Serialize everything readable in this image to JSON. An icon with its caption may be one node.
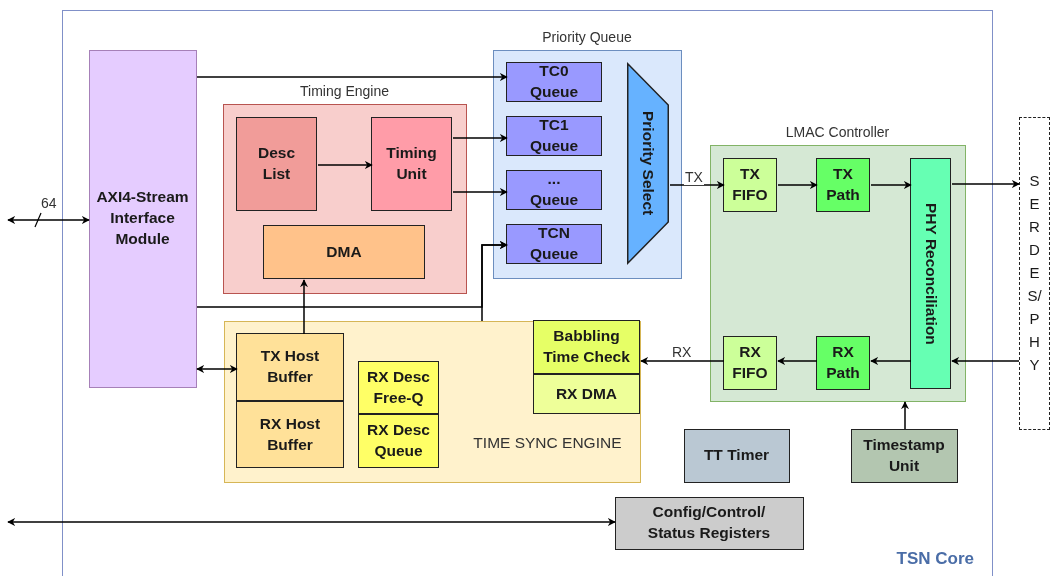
{
  "diagram": {
    "nodes": [
      {
        "text": [
          "TSN Core"
        ]
      },
      {
        "text": [
          "AXI4-Stream Interface Module"
        ],
        "in": 0
      },
      {
        "text": [
          "Timing Engine"
        ],
        "in": 0
      },
      {
        "text": [
          "Desc List"
        ],
        "in": 2
      },
      {
        "text": [
          "Timing Unit"
        ],
        "in": 2
      },
      {
        "text": [
          "DMA"
        ],
        "in": 2
      },
      {
        "text": [
          "Priority Queue"
        ],
        "in": 0
      },
      {
        "text": [
          "TC0 Queue"
        ],
        "in": 6
      },
      {
        "text": [
          "TC1 Queue"
        ],
        "in": 6
      },
      {
        "text": [
          "... Queue"
        ],
        "in": 6
      },
      {
        "text": [
          "TCN Queue"
        ],
        "in": 6
      },
      {
        "text": [
          "Priority Select"
        ],
        "in": 6
      },
      {
        "text": [
          "LMAC Controller"
        ],
        "in": 0
      },
      {
        "text": [
          "TX FIFO"
        ],
        "in": 12
      },
      {
        "text": [
          "TX Path"
        ],
        "in": 12
      },
      {
        "text": [
          "PHY Reconciliation"
        ],
        "in": 12
      },
      {
        "text": [
          "RX FIFO"
        ],
        "in": 12
      },
      {
        "text": [
          "RX Path"
        ],
        "in": 12
      },
      {
        "text": [
          "TIME SYNC ENGINE"
        ],
        "in": 0
      },
      {
        "text": [
          "TX Host Buffer"
        ],
        "in": 18
      },
      {
        "text": [
          "RX Host Buffer"
        ],
        "in": 18
      },
      {
        "text": [
          "RX Desc Free-Q"
        ],
        "in": 18
      },
      {
        "text": [
          "RX Desc Queue"
        ],
        "in": 18
      },
      {
        "text": [
          "Babbling Time Check"
        ],
        "in": 18
      },
      {
        "text": [
          "RX DMA"
        ],
        "in": 18
      },
      {
        "text": [
          "TT Timer"
        ],
        "in": 0
      },
      {
        "text": [
          "Timestamp Unit"
        ],
        "in": 0
      },
      {
        "text": [
          "Config/Control/ Status Registers"
        ],
        "in": 0
      },
      {
        "text": [
          "SERDES/PHY"
        ]
      }
    ],
    "edges": [
      {
        "from": null,
        "to": 1,
        "arrow": "both",
        "label": "64"
      },
      {
        "from": 1,
        "to": 7,
        "arrow": "to"
      },
      {
        "from": 3,
        "to": 4,
        "arrow": "to"
      },
      {
        "from": 4,
        "to": 8,
        "arrow": "to"
      },
      {
        "from": 4,
        "to": 9,
        "arrow": "to"
      },
      {
        "from": 1,
        "to": 10,
        "arrow": "to"
      },
      {
        "from": 19,
        "to": 5,
        "arrow": "to"
      },
      {
        "from": 1,
        "to": 19,
        "arrow": "both"
      },
      {
        "from": 11,
        "to": 13,
        "arrow": "to",
        "label": "TX"
      },
      {
        "from": 13,
        "to": 14,
        "arrow": "to"
      },
      {
        "from": 14,
        "to": 15,
        "arrow": "to"
      },
      {
        "from": 15,
        "to": 28,
        "arrow": "to"
      },
      {
        "from": 28,
        "to": 15,
        "arrow": "to"
      },
      {
        "from": 15,
        "to": 17,
        "arrow": "to"
      },
      {
        "from": 17,
        "to": 16,
        "arrow": "to"
      },
      {
        "from": 16,
        "to": 23,
        "arrow": "to",
        "label": "RX"
      },
      {
        "from": 26,
        "to": 12,
        "arrow": "to"
      },
      {
        "from": null,
        "to": 27,
        "arrow": "both"
      },
      {
        "from": 18,
        "to": 10,
        "arrow": "to"
      }
    ]
  }
}
